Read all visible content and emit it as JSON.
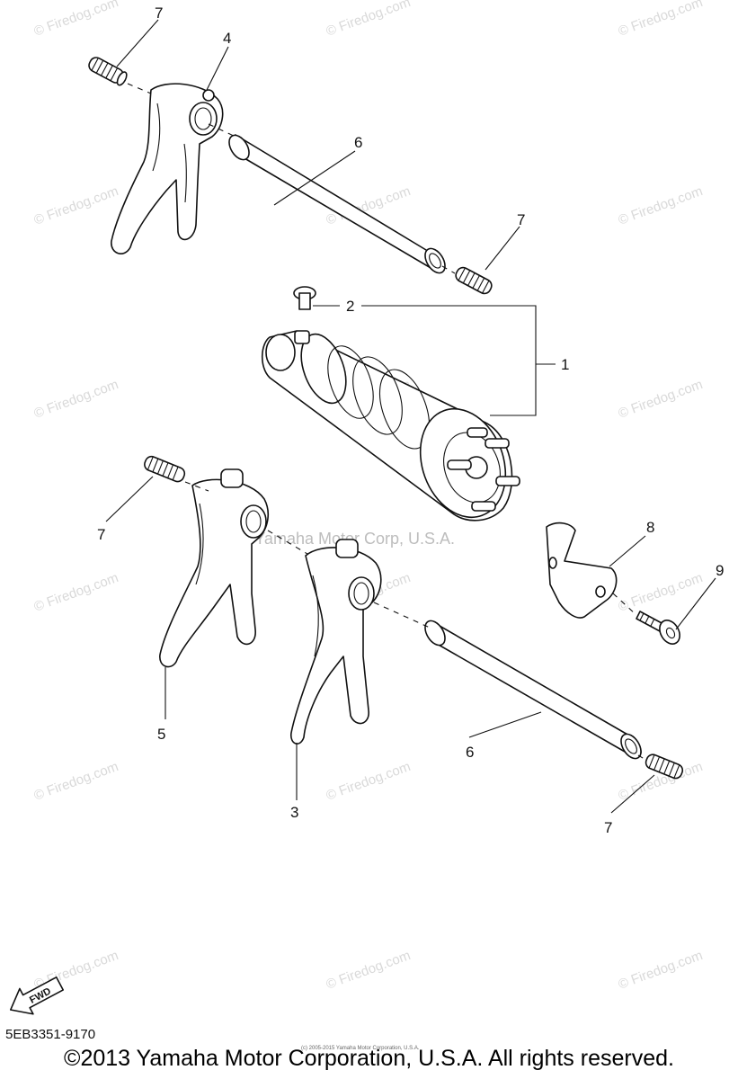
{
  "diagram": {
    "callouts": {
      "c1": "1",
      "c2": "2",
      "c3": "3",
      "c4": "4",
      "c5": "5",
      "c6a": "6",
      "c6b": "6",
      "c7a": "7",
      "c7b": "7",
      "c7c": "7",
      "c7d": "7",
      "c8": "8",
      "c9": "9"
    },
    "watermark": "© Firedog.com",
    "center_watermark": "©Yamaha Motor Corp, U.S.A.",
    "fwd_label": "FWD",
    "diagram_code": "5EB3351-9170",
    "tiny_copyright": "(c) 2005-2015 Yamaha Motor Corporation, U.S.A.",
    "copyright": "©2013 Yamaha Motor Corporation, U.S.A. All rights reserved."
  }
}
